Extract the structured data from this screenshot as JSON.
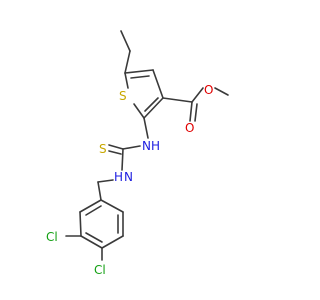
{
  "molecule": {
    "atoms": {
      "S": "S",
      "O_carbonyl": "O",
      "O_ester": "O",
      "N_amide": "N",
      "H_amide": "H",
      "N_benzyl": "N",
      "H_benzyl": "H",
      "S_thione": "S",
      "Cl_upper": "Cl",
      "Cl_lower": "Cl"
    },
    "colors": {
      "bond": "#3a3a3a",
      "sulfur": "#c8a800",
      "oxygen": "#e00000",
      "nitrogen": "#2020e0",
      "chlorine": "#14a014"
    }
  }
}
